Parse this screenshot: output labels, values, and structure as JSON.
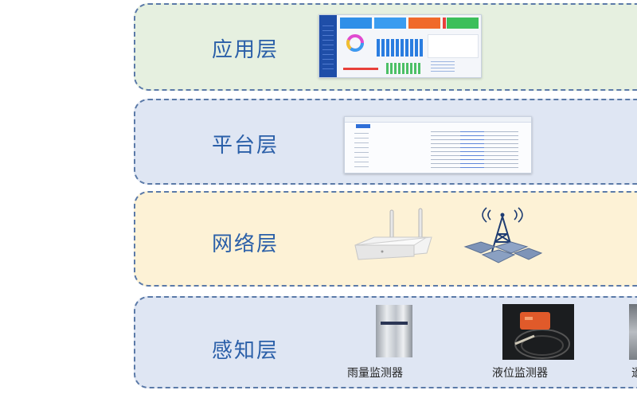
{
  "layers": [
    {
      "name": "应用层"
    },
    {
      "name": "平台层"
    },
    {
      "name": "网络层"
    },
    {
      "name": "感知层"
    }
  ],
  "devices": {
    "rain_sensor": {
      "label": "雨量监测器"
    },
    "level_sensor": {
      "label": "液位监测器"
    },
    "partial_label": "遥"
  },
  "colors": {
    "application_bg": "#e6f0e0",
    "platform_bg": "#dfe6f3",
    "network_bg": "#fdf2d6",
    "perception_bg": "#dfe6f3",
    "border": "#5b7aa8",
    "title": "#2a5fa8"
  }
}
